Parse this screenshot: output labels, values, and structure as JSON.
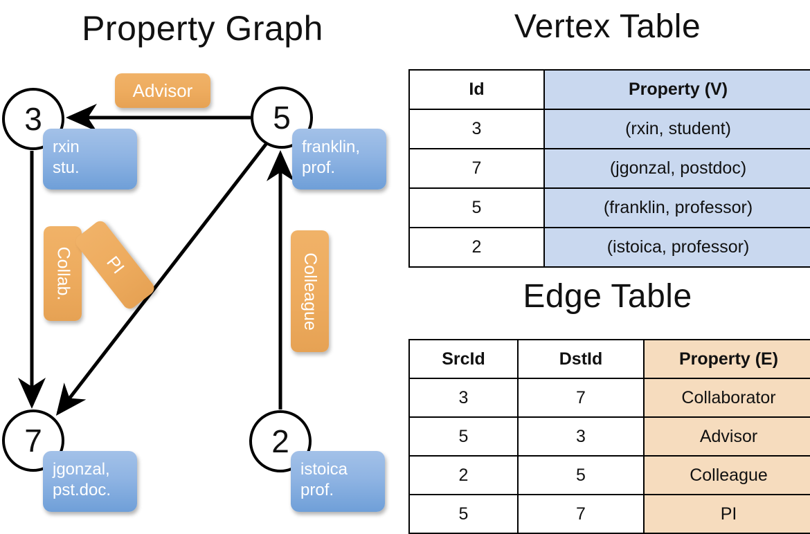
{
  "titles": {
    "property_graph": "Property Graph",
    "vertex_table": "Vertex Table",
    "edge_table": "Edge Table"
  },
  "graph": {
    "nodes": [
      {
        "id": "3",
        "label": "3",
        "property": "rxin\nstu."
      },
      {
        "id": "5",
        "label": "5",
        "property": "franklin,\nprof."
      },
      {
        "id": "7",
        "label": "7",
        "property": "jgonzal,\npst.doc."
      },
      {
        "id": "2",
        "label": "2",
        "property": "istoica\nprof."
      }
    ],
    "edge_labels": [
      {
        "name": "advisor",
        "text": "Advisor"
      },
      {
        "name": "collab",
        "text": "Collab."
      },
      {
        "name": "pi",
        "text": "PI"
      },
      {
        "name": "colleague",
        "text": "Colleague"
      }
    ]
  },
  "vertex_table": {
    "headers": [
      "Id",
      "Property (V)"
    ],
    "rows": [
      {
        "id": "3",
        "property": "(rxin, student)"
      },
      {
        "id": "7",
        "property": "(jgonzal, postdoc)"
      },
      {
        "id": "5",
        "property": "(franklin, professor)"
      },
      {
        "id": "2",
        "property": "(istoica, professor)"
      }
    ]
  },
  "edge_table": {
    "headers": [
      "SrcId",
      "DstId",
      "Property (E)"
    ],
    "rows": [
      {
        "src": "3",
        "dst": "7",
        "property": "Collaborator"
      },
      {
        "src": "5",
        "dst": "3",
        "property": "Advisor"
      },
      {
        "src": "2",
        "dst": "5",
        "property": "Colleague"
      },
      {
        "src": "5",
        "dst": "7",
        "property": "PI"
      }
    ]
  },
  "colors": {
    "vertex_property_fill": "#c9d8ef",
    "edge_property_fill": "#f6dcbe",
    "node_box_blue": "#8fb4e3",
    "edge_label_orange": "#eeac5f",
    "stroke": "#000000"
  }
}
